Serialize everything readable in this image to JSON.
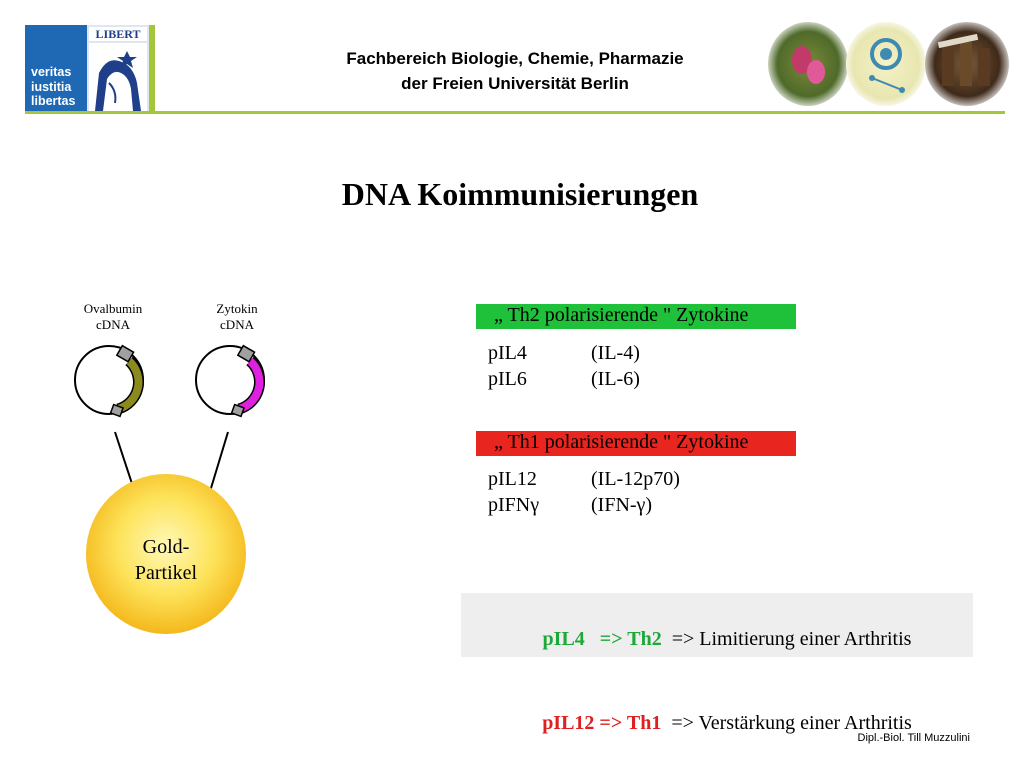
{
  "header": {
    "line1": "Fachbereich Biologie, Chemie, Pharmazie",
    "line2": "der Freien Universität Berlin",
    "logo": {
      "motto1": "veritas",
      "motto2": "iustitia",
      "motto3": "libertas",
      "banner": "LIBERT"
    },
    "accent_color": "#a4c73a"
  },
  "slide": {
    "title": "DNA Koimmunisierungen"
  },
  "diagram": {
    "plasmid1_label_line1": "Ovalbumin",
    "plasmid1_label_line2": "cDNA",
    "plasmid1_color": "#8c8a1e",
    "plasmid2_label_line1": "Zytokin",
    "plasmid2_label_line2": "cDNA",
    "plasmid2_color": "#e020e0",
    "particle_line1": "Gold-",
    "particle_line2": "Partikel"
  },
  "th2": {
    "heading": "„ Th2 polarisierende \" Zytokine",
    "color": "#1fc03a",
    "rows": [
      {
        "plasmid": "pIL4",
        "protein": "(IL-4)"
      },
      {
        "plasmid": "pIL6",
        "protein": "(IL-6)"
      }
    ]
  },
  "th1": {
    "heading": "„ Th1 polarisierende \" Zytokine",
    "color": "#e8251f",
    "rows": [
      {
        "plasmid": "pIL12",
        "protein": "(IL-12p70)"
      },
      {
        "plasmid": "pIFNγ",
        "protein": "(IFN-γ)"
      }
    ]
  },
  "summary": {
    "line1_highlight": "pIL4   => Th2",
    "line1_rest": "  => Limitierung einer Arthritis",
    "line2_highlight": "pIL12 => Th1",
    "line2_rest": "  => Verstärkung einer Arthritis",
    "green": "#1fa83a",
    "red": "#e01f1f"
  },
  "footer": {
    "author": "Dipl.-Biol. Till Muzzulini"
  }
}
